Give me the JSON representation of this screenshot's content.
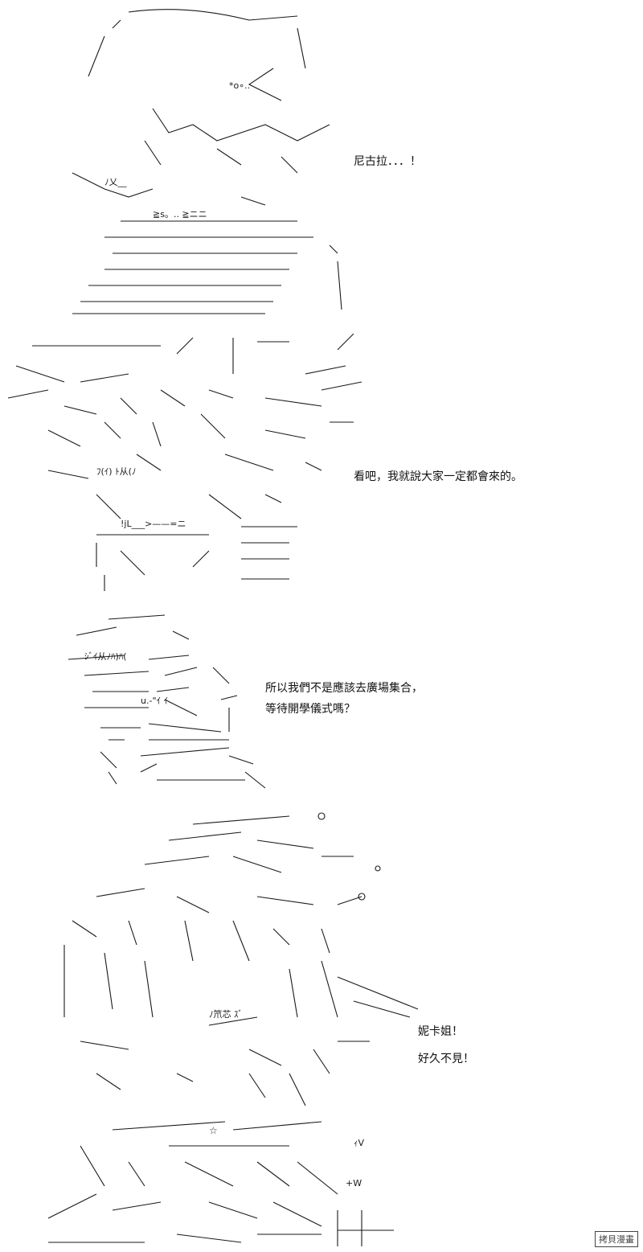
{
  "panels": [
    {
      "id": "panel-1",
      "caption_lines": [
        "尼古拉．．．！"
      ]
    },
    {
      "id": "panel-2",
      "caption_lines": [
        "看吧，我就說大家一定都會來的。"
      ]
    },
    {
      "id": "panel-3",
      "caption_lines": [
        "所以我們不是應該去廣場集合，",
        "等待開學儀式嗎？"
      ]
    },
    {
      "id": "panel-4",
      "caption_lines": [
        "妮卡姐！",
        "好久不見！"
      ]
    }
  ],
  "watermark": "拷貝漫畫",
  "colors": {
    "background": "#ffffff",
    "ink": "#1a1a1a"
  }
}
